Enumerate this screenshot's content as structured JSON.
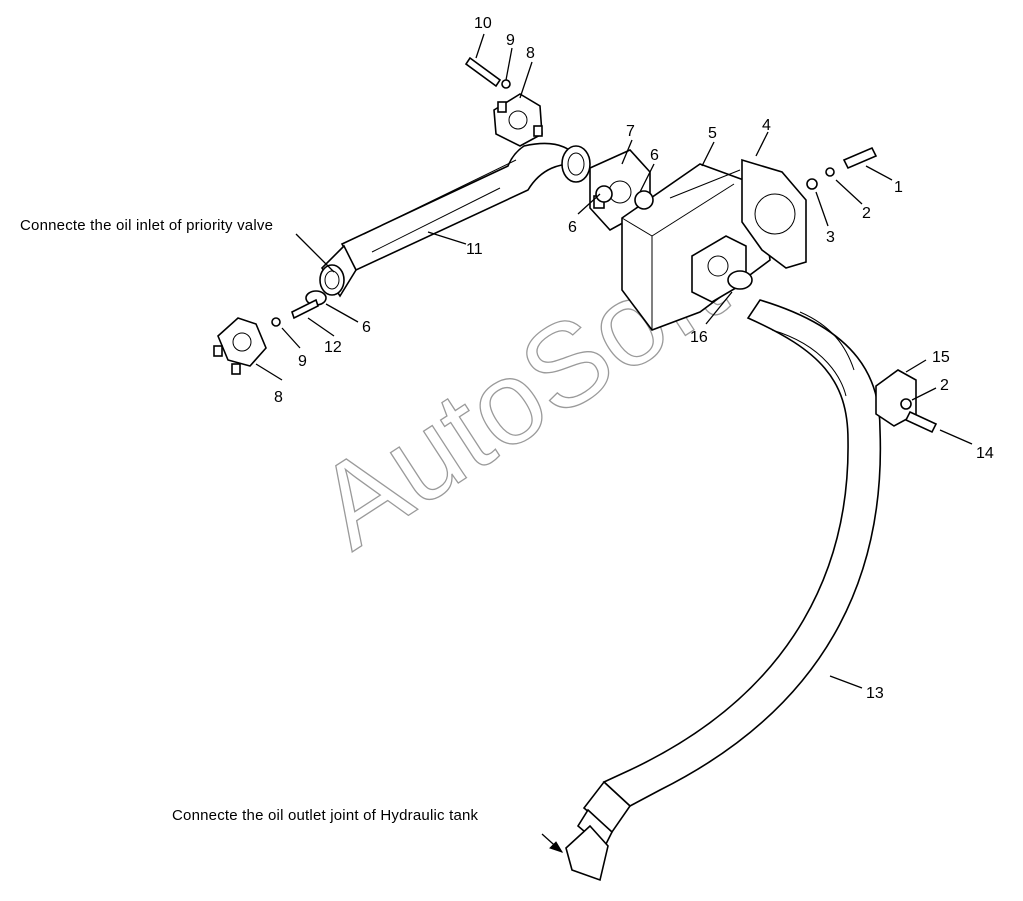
{
  "watermark": "AutoSoft",
  "annotations": {
    "inlet": "Connecte the oil inlet of priority valve",
    "outlet": "Connecte the oil outlet joint of Hydraulic tank"
  },
  "callouts": [
    "10",
    "9",
    "8",
    "7",
    "5",
    "4",
    "1",
    "2",
    "3",
    "6",
    "6",
    "6",
    "11",
    "12",
    "9",
    "8",
    "16",
    "15",
    "2",
    "14",
    "13"
  ]
}
